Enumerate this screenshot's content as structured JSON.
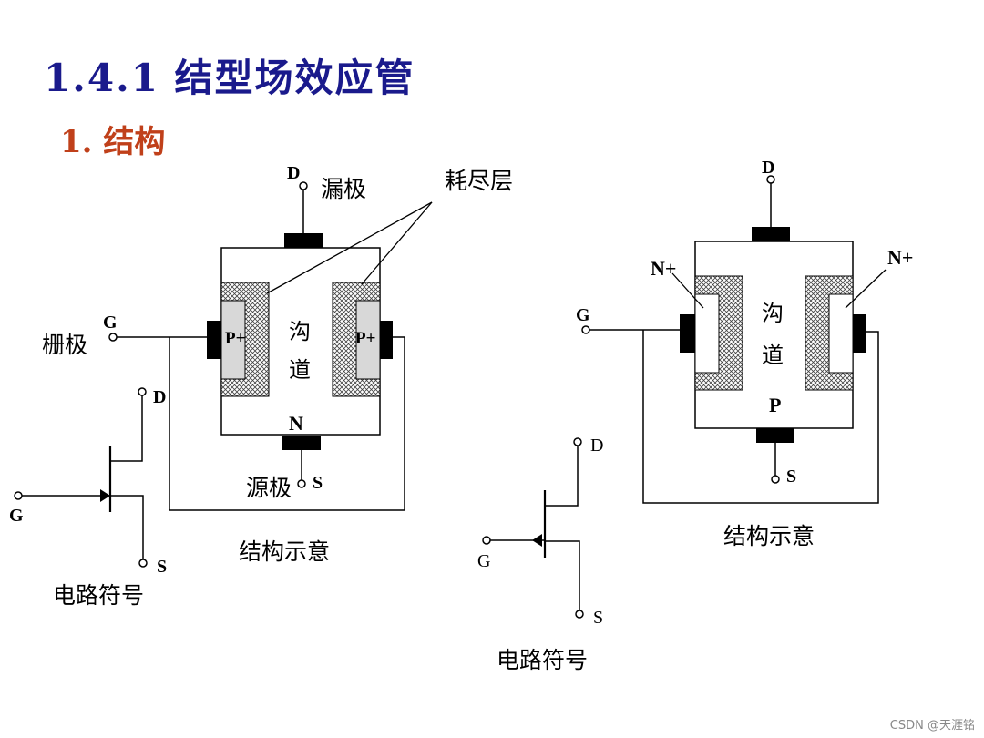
{
  "title": "1.4.1 结型场效应管",
  "subtitle": "1. 结构",
  "watermark": "CSDN @天涯铭",
  "left_device": {
    "drain_terminal": "D",
    "drain_name": "漏极",
    "depletion_label": "耗尽层",
    "gate_terminal": "G",
    "gate_name": "栅极",
    "p_plus_left": "P+",
    "p_plus_right": "P+",
    "channel_char1": "沟",
    "channel_char2": "道",
    "substrate": "N",
    "source_name": "源极",
    "source_terminal": "S",
    "caption": "结构示意"
  },
  "left_symbol": {
    "drain": "D",
    "gate": "G",
    "source": "S",
    "caption": "电路符号"
  },
  "right_device": {
    "drain_terminal": "D",
    "n_plus_left": "N+",
    "n_plus_right": "N+",
    "gate_terminal": "G",
    "channel_char1": "沟",
    "channel_char2": "道",
    "substrate": "P",
    "source_terminal": "S",
    "caption": "结构示意"
  },
  "right_symbol": {
    "drain": "D",
    "gate": "G",
    "source": "S",
    "caption": "电路符号"
  }
}
